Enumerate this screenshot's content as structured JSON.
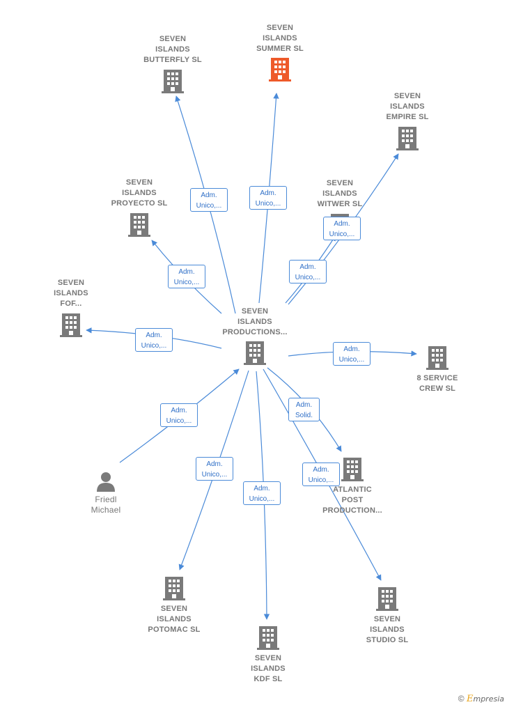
{
  "colors": {
    "edge": "#4a8ad8",
    "building": "#7a7a7a",
    "building_highlight": "#ee5a2a",
    "person": "#7a7a7a"
  },
  "icons": {
    "company": "building-icon",
    "person": "person-icon"
  },
  "nodes": {
    "center": {
      "lines": [
        "SEVEN",
        "ISLANDS",
        "PRODUCTIONS..."
      ]
    },
    "summer": {
      "lines": [
        "SEVEN",
        "ISLANDS",
        "SUMMER  SL"
      ]
    },
    "butterfly": {
      "lines": [
        "SEVEN",
        "ISLANDS",
        "BUTTERFLY  SL"
      ]
    },
    "empire": {
      "lines": [
        "SEVEN",
        "ISLANDS",
        "EMPIRE  SL"
      ]
    },
    "proyecto": {
      "lines": [
        "SEVEN",
        "ISLANDS",
        "PROYECTO  SL"
      ]
    },
    "witwer": {
      "lines": [
        "SEVEN",
        "ISLANDS",
        "WITWER  SL"
      ]
    },
    "fof": {
      "lines": [
        "SEVEN",
        "ISLANDS",
        "FOF..."
      ]
    },
    "service": {
      "lines": [
        "8 SERVICE",
        "CREW  SL"
      ]
    },
    "friedl": {
      "lines": [
        "Friedl",
        "Michael"
      ]
    },
    "atlantic": {
      "lines": [
        "ATLANTIC",
        "POST",
        "PRODUCTION..."
      ]
    },
    "potomac": {
      "lines": [
        "SEVEN",
        "ISLANDS",
        "POTOMAC  SL"
      ]
    },
    "kdf": {
      "lines": [
        "SEVEN",
        "ISLANDS",
        "KDF  SL"
      ]
    },
    "studio": {
      "lines": [
        "SEVEN",
        "ISLANDS",
        "STUDIO  SL"
      ]
    }
  },
  "edges": {
    "butterfly": {
      "lines": [
        "Adm.",
        "Unico,..."
      ]
    },
    "summer": {
      "lines": [
        "Adm.",
        "Unico,..."
      ]
    },
    "witwer": {
      "lines": [
        "Adm.",
        "Unico,..."
      ]
    },
    "empire": {
      "lines": [
        "Adm.",
        "Unico,..."
      ]
    },
    "proyecto": {
      "lines": [
        "Adm.",
        "Unico,..."
      ]
    },
    "fof": {
      "lines": [
        "Adm.",
        "Unico,..."
      ]
    },
    "service": {
      "lines": [
        "Adm.",
        "Unico,..."
      ]
    },
    "atlantic": {
      "lines": [
        "Adm.",
        "Solid."
      ]
    },
    "friedl": {
      "lines": [
        "Adm.",
        "Unico,..."
      ]
    },
    "potomac": {
      "lines": [
        "Adm.",
        "Unico,..."
      ]
    },
    "kdf": {
      "lines": [
        "Adm.",
        "Unico,..."
      ]
    },
    "studio": {
      "lines": [
        "Adm.",
        "Unico,..."
      ]
    }
  },
  "footer": {
    "copyright": "©",
    "brand_initial": "E",
    "brand_rest": "mpresia"
  }
}
